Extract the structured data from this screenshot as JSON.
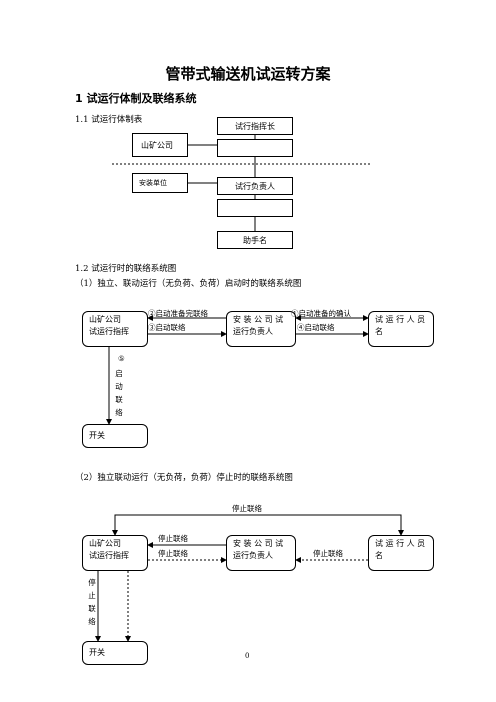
{
  "doc": {
    "title": "管带式输送机试运转方案",
    "section1": "1 试运行体制及联络系统",
    "sub11": "1.1 试运行体制表",
    "sub12": "1.2 试运行时的联络系统图",
    "case1": "（1）独立、联动运行（无负荷、负荷）启动时的联络系统图",
    "case2": "（2）独立联动运行（无负荷，负荷）停止时的联络系统图",
    "page_number": "0"
  },
  "org": {
    "chief": "试行指挥长",
    "mine_company": "山矿公司",
    "install_unit": "安装单位",
    "responsible": "试行负责人",
    "assistant": "助手名"
  },
  "diagram1": {
    "mine_box_line1": "山矿公司",
    "mine_box_line2": "试运行指挥",
    "install_box_line1": "安 装 公 司 试",
    "install_box_line2": "运行负责人",
    "staff_box_line1": "试 运 行 人 员",
    "staff_box_line2": "名",
    "switch": "开关",
    "label_ready_done": "②启动准备完联络",
    "label_start_3": "③启动联络",
    "label_ready_confirm": "①启动准备的确认",
    "label_start_4": "④启动联络",
    "label_start_5": "⑤",
    "vertical_start": [
      "启",
      "动",
      "联",
      "络"
    ]
  },
  "diagram2": {
    "mine_box_line1": "山矿公司",
    "mine_box_line2": "试运行指挥",
    "install_box_line1": "安 装 公 司 试",
    "install_box_line2": "运行负责人",
    "staff_box_line1": "试 运 行 人 员",
    "staff_box_line2": "名",
    "switch": "开关",
    "label_top": "停止联络",
    "label_a": "停止联络",
    "label_b": "停止联络",
    "label_c": "停止联络",
    "vertical_stop": [
      "停",
      "止",
      "联",
      "络"
    ]
  }
}
